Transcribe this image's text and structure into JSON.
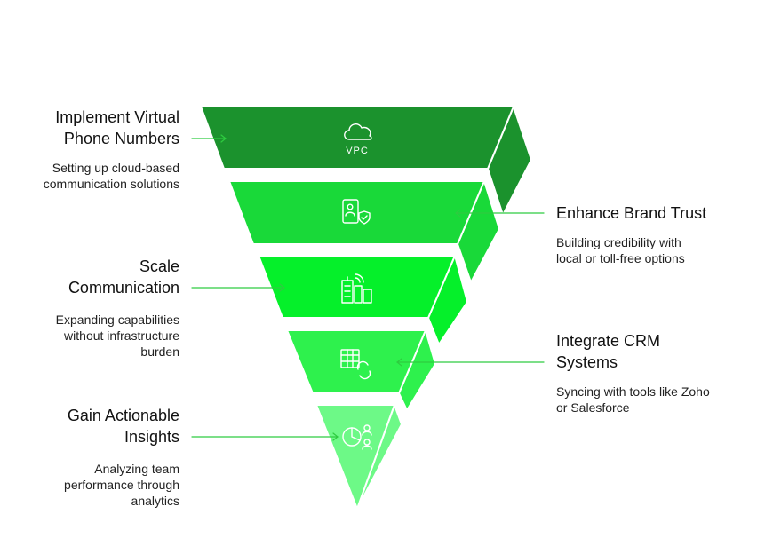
{
  "colors": {
    "level1": "#1b922d",
    "level2": "#19d939",
    "level3": "#05f02a",
    "level4": "#2ef14d",
    "level5": "#6df987",
    "connector": "#2ecc40"
  },
  "levels": [
    {
      "side": "left",
      "title": "Implement Virtual Phone Numbers",
      "title_lines": [
        "Implement Virtual",
        "Phone Numbers"
      ],
      "description_lines": [
        "Setting up cloud-based",
        "communication solutions"
      ],
      "icon": "cloud-vpc-icon",
      "icon_text": "VPC"
    },
    {
      "side": "right",
      "title": "Enhance Brand Trust",
      "title_lines": [
        "Enhance Brand Trust"
      ],
      "description_lines": [
        "Building credibility with",
        "local or toll-free options"
      ],
      "icon": "verified-contact-icon"
    },
    {
      "side": "left",
      "title": "Scale Communication",
      "title_lines": [
        "Scale",
        "Communication"
      ],
      "description_lines": [
        "Expanding capabilities",
        "without infrastructure",
        "burden"
      ],
      "icon": "signal-buildings-icon"
    },
    {
      "side": "right",
      "title": "Integrate CRM Systems",
      "title_lines": [
        "Integrate CRM",
        "Systems"
      ],
      "description_lines": [
        "Syncing with tools like Zoho",
        "or Salesforce"
      ],
      "icon": "table-sync-icon"
    },
    {
      "side": "left",
      "title": "Gain Actionable Insights",
      "title_lines": [
        "Gain Actionable",
        "Insights"
      ],
      "description_lines": [
        "Analyzing team",
        "performance through",
        "analytics"
      ],
      "icon": "chart-people-icon"
    }
  ]
}
